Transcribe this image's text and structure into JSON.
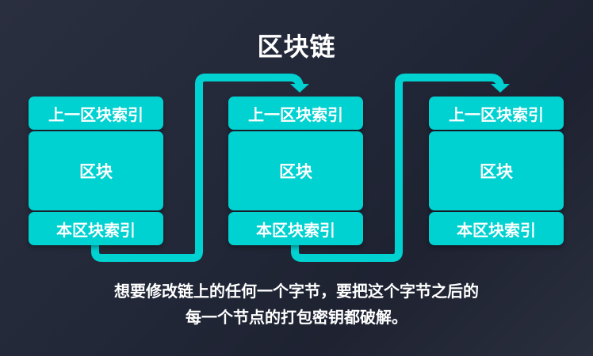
{
  "title": "区块链",
  "colors": {
    "background": "#232838",
    "block": "#00D1D1",
    "connector": "#00D1D1",
    "text": "#FFFFFF"
  },
  "blocks": [
    {
      "prev_index_label": "上一区块索引",
      "body_label": "区块",
      "current_index_label": "本区块索引"
    },
    {
      "prev_index_label": "上一区块索引",
      "body_label": "区块",
      "current_index_label": "本区块索引"
    },
    {
      "prev_index_label": "上一区块索引",
      "body_label": "区块",
      "current_index_label": "本区块索引"
    }
  ],
  "connectors": [
    {
      "from": "block-1.current_index",
      "to": "block-2.prev_index",
      "icon": "arrow-down-icon"
    },
    {
      "from": "block-2.current_index",
      "to": "block-3.prev_index",
      "icon": "arrow-down-icon"
    }
  ],
  "caption": {
    "line1": "想要修改链上的任何一个字节，要把这个字节之后的",
    "line2": "每一个节点的打包密钥都破解。"
  }
}
